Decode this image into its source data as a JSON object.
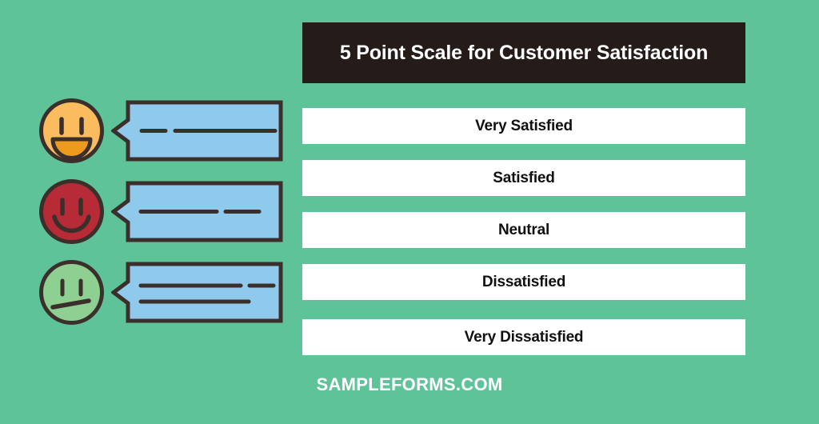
{
  "background_color": "#5FC39A",
  "header": {
    "title": "5 Point Scale for Customer Satisfaction",
    "bar_color": "#251C1A",
    "text_color": "#FFFFFF"
  },
  "scale": {
    "row_color": "#FFFFFF",
    "text_color": "#10100F",
    "items": [
      {
        "label": "Very Satisfied"
      },
      {
        "label": "Satisfied"
      },
      {
        "label": "Neutral"
      },
      {
        "label": "Dissatisfied"
      },
      {
        "label": "Very Dissatisfied"
      }
    ]
  },
  "faces": [
    {
      "name": "happy-face-icon",
      "fill": "#FABC5F",
      "mouth_fill": "#ED9B1F",
      "stroke": "#3B2F2B",
      "expression": "happy"
    },
    {
      "name": "smiling-face-icon",
      "fill": "#B62B36",
      "mouth_fill": "none",
      "stroke": "#3B2F2B",
      "expression": "smile"
    },
    {
      "name": "neutral-face-icon",
      "fill": "#8ECF92",
      "mouth_fill": "none",
      "stroke": "#3B2F2B",
      "expression": "neutral"
    }
  ],
  "bubbles": [
    {
      "name": "speech-bubble-1",
      "fill": "#8FC9EC",
      "stroke": "#3B2F2B",
      "lines": [
        [
          {
            "width": 30
          },
          {
            "width": 125
          }
        ]
      ]
    },
    {
      "name": "speech-bubble-2",
      "fill": "#8FC9EC",
      "stroke": "#3B2F2B",
      "lines": [
        [
          {
            "width": 95
          },
          {
            "width": 42
          }
        ]
      ]
    },
    {
      "name": "speech-bubble-3",
      "fill": "#8FC9EC",
      "stroke": "#3B2F2B",
      "lines": [
        [
          {
            "width": 125
          },
          {
            "width": 40
          }
        ],
        [
          {
            "width": 135
          }
        ]
      ]
    }
  ],
  "footer": {
    "text": "SAMPLEFORMS.COM",
    "color": "#FFFFFF"
  }
}
